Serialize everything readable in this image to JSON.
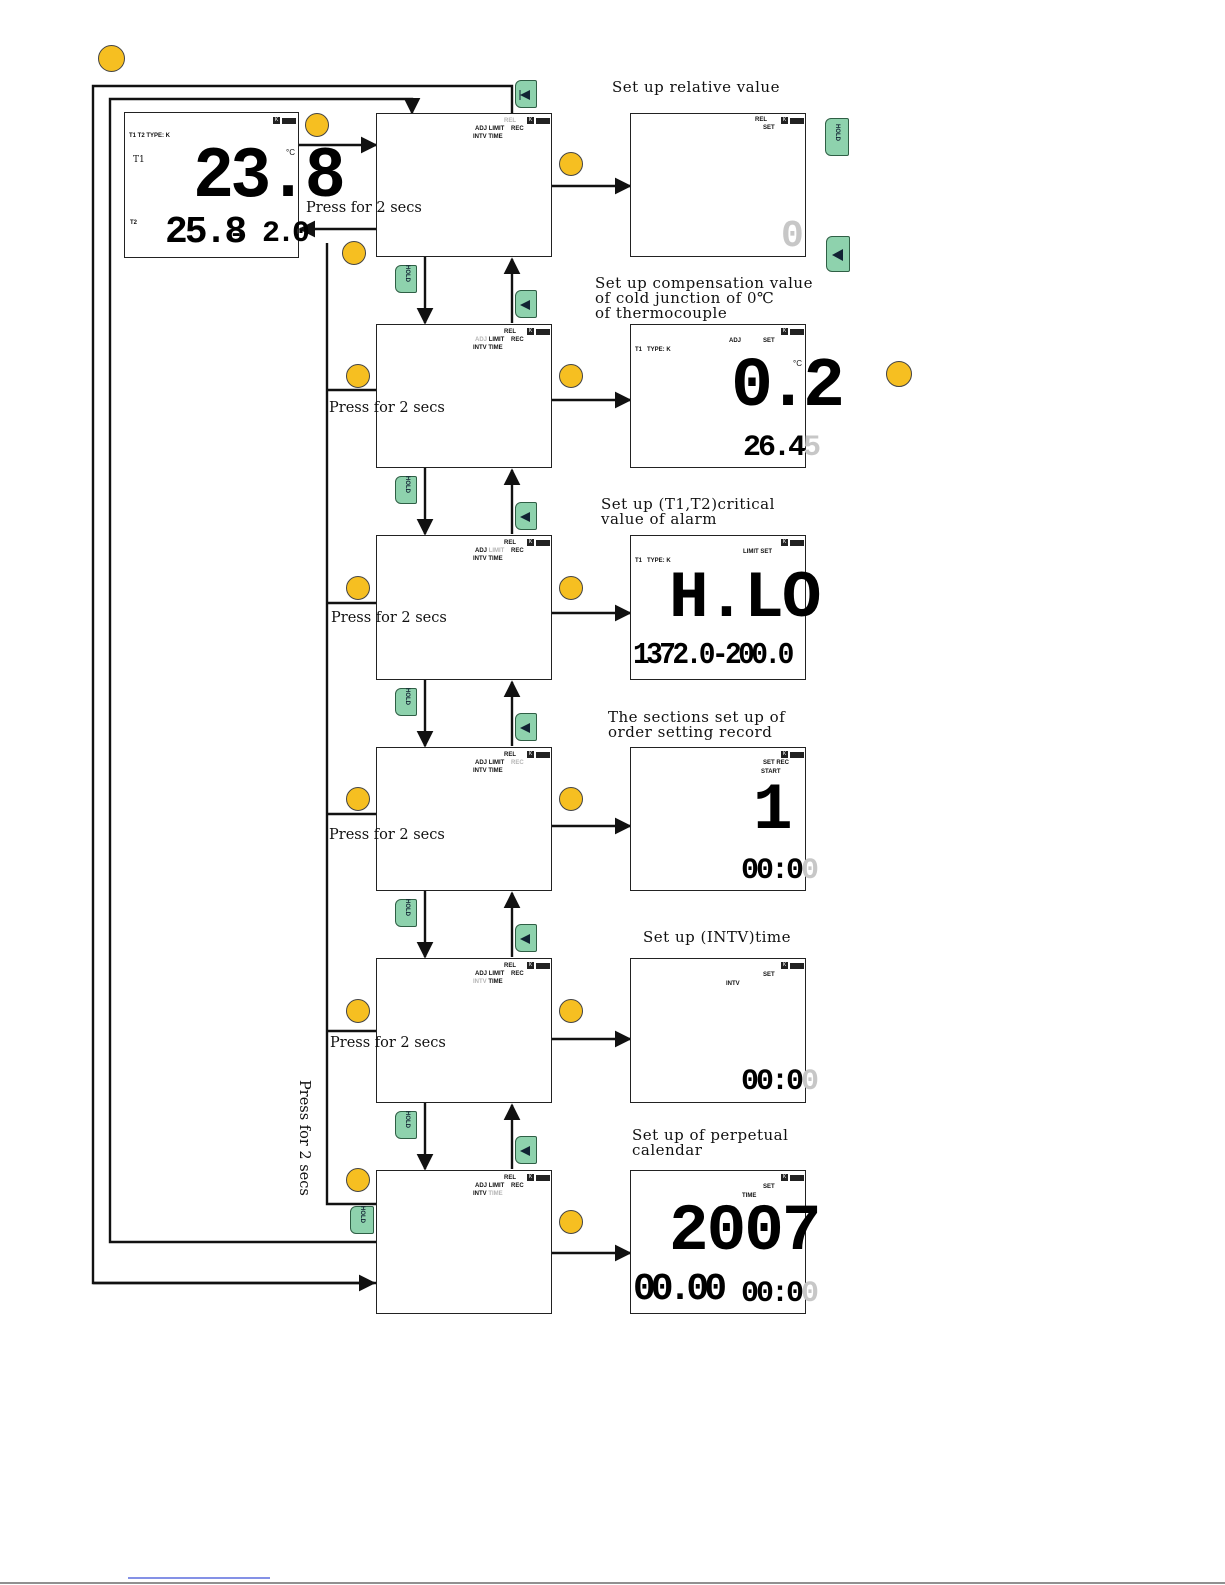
{
  "colors": {
    "circle": "#f6bf21",
    "key": "#8ed2ad",
    "line": "#111111"
  },
  "keys": {
    "hold": "HOLD",
    "hold_icon": "hold-button-icon",
    "rel_icon": "relative-button-icon",
    "circle_icon": "function-button-circle"
  },
  "menu": {
    "rel": "REL",
    "adj": "ADJ",
    "limit": "LIMIT",
    "rec": "REC",
    "intv": "INTV",
    "time": "TIME"
  },
  "press_label": "Press for 2 secs",
  "main_display": {
    "type_label": "T1 T2 TYPE: K",
    "t1_label": "T1",
    "t2_label": "T2",
    "t1_value": "23.8",
    "unit": "°C",
    "t2_value": "25.8",
    "diff_value": "2.0"
  },
  "panels": [
    {
      "title": "Set up relative value",
      "indicators": [
        "REL",
        "SET"
      ],
      "value_ghost": "0"
    },
    {
      "title": "Set up compensation value\nof cold junction of 0℃\nof thermocouple",
      "indicators": [
        "ADJ",
        "SET"
      ],
      "type_label": "T1   TYPE: K",
      "value": "0.2",
      "unit": "°C",
      "sub_value": "26.4",
      "sub_ghost": "5"
    },
    {
      "title": "Set up (T1,T2)critical\nvalue of alarm",
      "indicators": [
        "LIMIT SET"
      ],
      "type_label": "T1   TYPE: K",
      "value": "H.LO",
      "sub_value": "1372.0-200.0"
    },
    {
      "title": "The sections set up of\norder setting record",
      "indicators": [
        "SET REC",
        "START"
      ],
      "value": "1",
      "sub_value": "00:0",
      "sub_ghost": "0"
    },
    {
      "title": "Set up (INTV)time",
      "indicators": [
        "SET",
        "INTV"
      ],
      "sub_value": "00:0",
      "sub_ghost": "0"
    },
    {
      "title": "Set up of perpetual\ncalendar",
      "indicators": [
        "SET",
        "TIME"
      ],
      "value": "2007",
      "sub_value": "00.00",
      "sub_value2": "00:0",
      "sub_ghost": "0"
    }
  ]
}
